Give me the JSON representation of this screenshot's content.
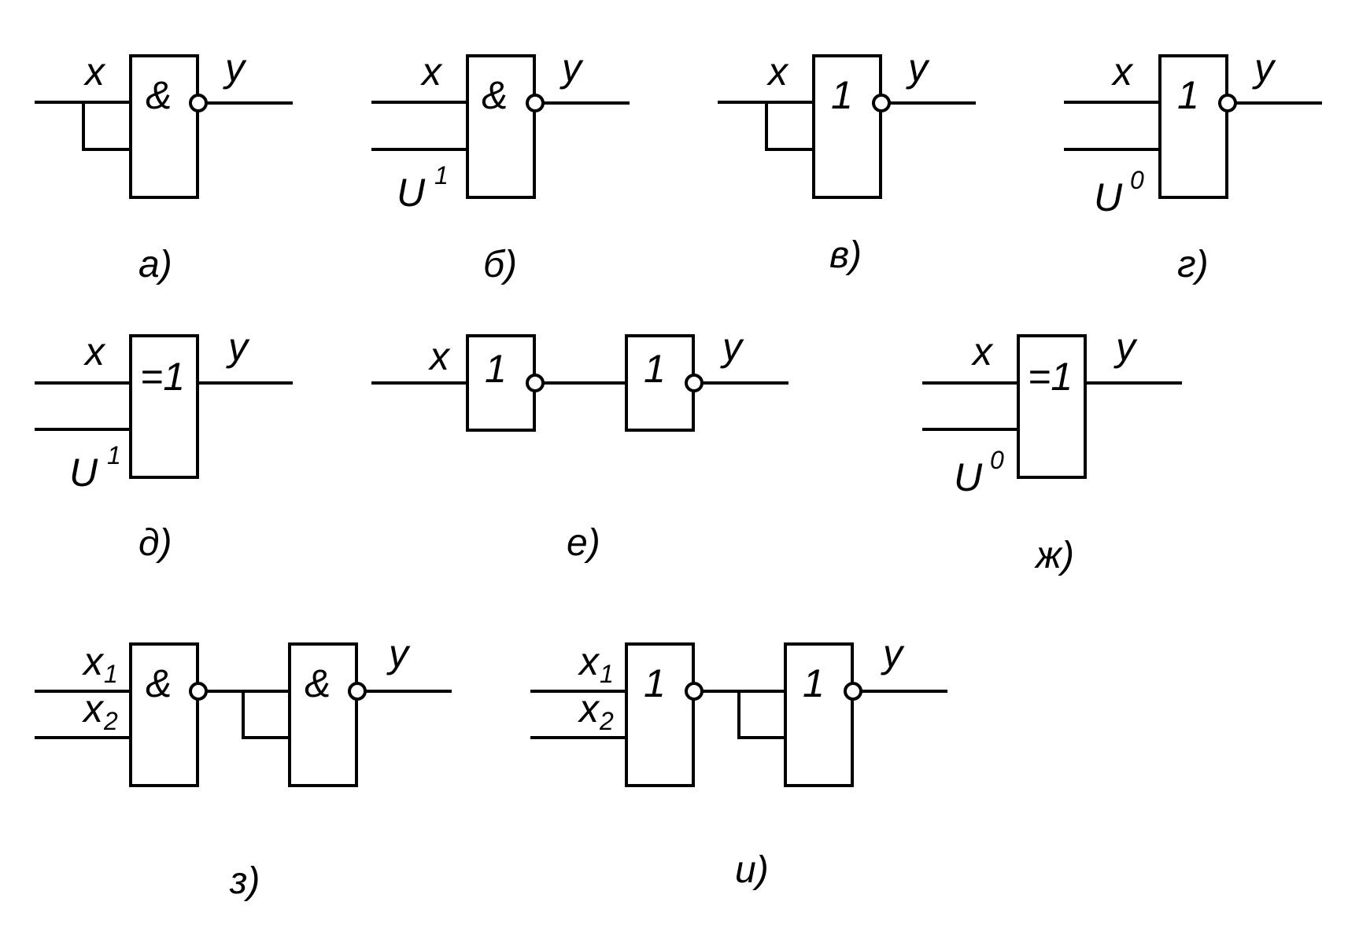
{
  "labels": {
    "x": "x",
    "y": "y",
    "x1_base": "x",
    "x1_sub": "1",
    "x2_base": "x",
    "x2_sub": "2",
    "u": "U",
    "one_sup": "1",
    "zero_sup": "0"
  },
  "gate_symbols": {
    "and": "&",
    "or": "1",
    "xor": "=1",
    "not": "1"
  },
  "captions": {
    "a": "а)",
    "b": "б)",
    "v": "в)",
    "g": "г)",
    "d": "д)",
    "e": "е)",
    "zh": "ж)",
    "z": "з)",
    "i": "и)"
  }
}
